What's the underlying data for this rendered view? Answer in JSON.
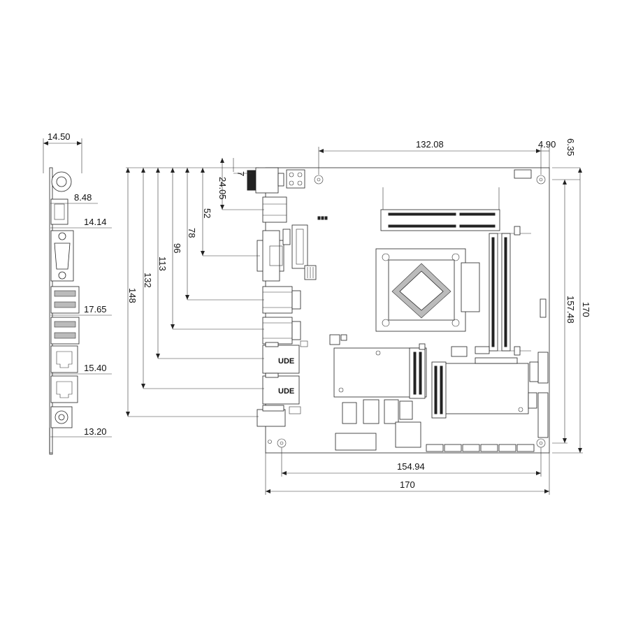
{
  "dimensions": {
    "side_width": "14.50",
    "side_dp": "8.48",
    "side_vga": "14.14",
    "side_usb": "17.65",
    "side_lan": "15.40",
    "side_audio": "13.20",
    "top_span": "132.08",
    "top_right": "4.90",
    "top_offset": "6.35",
    "v_7": "7",
    "v_24": "24.05",
    "v_52": "52",
    "v_78": "78",
    "v_96": "96",
    "v_113": "113",
    "v_132": "132",
    "v_148": "148",
    "right_inner": "157.48",
    "right_outer": "170",
    "bottom_inner": "154.94",
    "bottom_outer": "170"
  },
  "labels": {
    "brand_1": "UDE",
    "brand_2": "UDE"
  }
}
